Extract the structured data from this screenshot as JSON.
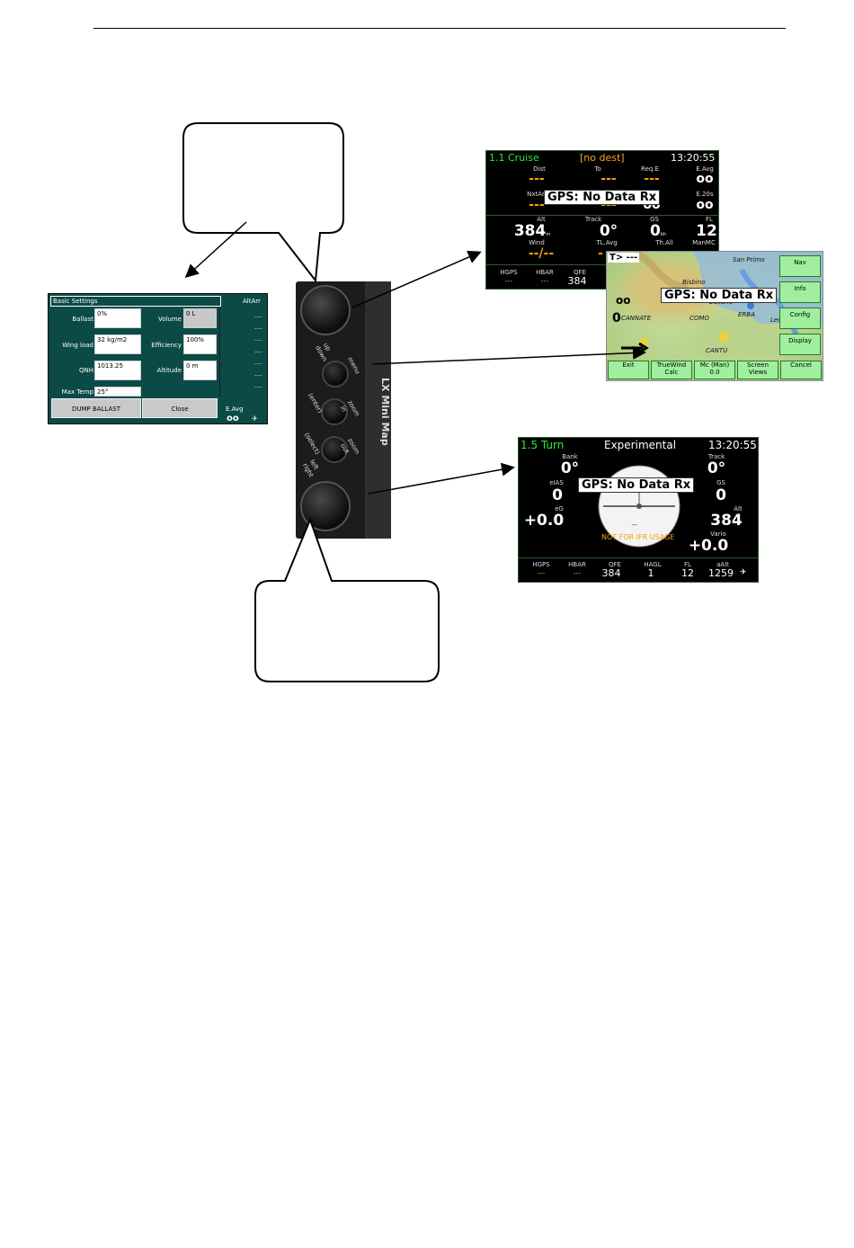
{
  "basic_settings": {
    "title": "Basic Settings",
    "side_header": "AltArr",
    "fields": [
      {
        "label": "Ballast",
        "value": "0%"
      },
      {
        "label": "Volume",
        "value": "0 L"
      },
      {
        "label": "Wing load",
        "value": "32 kg/m2"
      },
      {
        "label": "Efficiency",
        "value": "100%"
      },
      {
        "label": "QNH",
        "value": "1013.25"
      },
      {
        "label": "Altitude",
        "value": "0 m"
      },
      {
        "label": "Max Temp",
        "value": "25°"
      }
    ],
    "side_dashes": "----",
    "dump_button": "DUMP BALLAST",
    "close_button": "Close",
    "eavg_label": "E.Avg",
    "eavg_value": "oo"
  },
  "device": {
    "name": "LX Mini Map",
    "labels": [
      "up",
      "down",
      "menu",
      "(enter)",
      "zoom",
      "in",
      "(select)",
      "zoom",
      "out",
      "left",
      "right"
    ]
  },
  "cruise": {
    "page": "1.1 Cruise",
    "dest": "[no dest]",
    "time": "13:20:55",
    "row1": [
      {
        "label": "Dist",
        "value": "---"
      },
      {
        "label": "To",
        "value": "---"
      },
      {
        "label": "Req.E",
        "value": "---"
      },
      {
        "label": "E.Avg",
        "value": "oo"
      }
    ],
    "row2": [
      {
        "label": "NxtAr",
        "value": "---"
      },
      {
        "label": "",
        "value": "---"
      },
      {
        "label": "",
        "value": "oo"
      },
      {
        "label": "E.20s",
        "value": "oo"
      }
    ],
    "row3": [
      {
        "label": "Alt",
        "value": "384",
        "unit": "m"
      },
      {
        "label": "Track",
        "value": "0°"
      },
      {
        "label": "GS",
        "value": "0",
        "unit": "kh"
      },
      {
        "label": "FL",
        "value": "12"
      }
    ],
    "row4": [
      {
        "label": "Wind",
        "value": "--/--"
      },
      {
        "label": "TL.Avg",
        "value": "-"
      },
      {
        "label": "Th.All",
        "value": ""
      },
      {
        "label": "ManMC",
        "value": ""
      }
    ],
    "footer": [
      {
        "label": "HGPS",
        "value": "---"
      },
      {
        "label": "HBAR",
        "value": "---"
      },
      {
        "label": "QFE",
        "value": "384"
      }
    ],
    "gps": "GPS: No Data Rx"
  },
  "map": {
    "target": "T> ---",
    "places": [
      "San Primo",
      "Bisbino",
      "Bellano",
      "COMO",
      "ERBA",
      "Lecco",
      "CANTÙ",
      "CANNATE"
    ],
    "left_vals": [
      "oo",
      "0"
    ],
    "side_buttons": [
      "Nav",
      "Info",
      "Config",
      "Display"
    ],
    "bottom_buttons": [
      {
        "line1": "Exit",
        "line2": ""
      },
      {
        "line1": "TrueWind",
        "line2": "Calc"
      },
      {
        "line1": "Mc (Man)",
        "line2": "0.0"
      },
      {
        "line1": "Screen",
        "line2": "Views"
      },
      {
        "line1": "Cancel",
        "line2": ""
      }
    ],
    "gps": "GPS: No Data Rx"
  },
  "turn": {
    "page": "1.5 Turn",
    "title": "Experimental",
    "time": "13:20:55",
    "bank_label": "Bank",
    "bank_value": "0°",
    "track_label": "Track",
    "track_value": "0°",
    "eias_label": "eIAS",
    "eias_value": "0",
    "gs_label": "GS",
    "gs_value": "0",
    "eg_label": "eG",
    "eg_value": "+0.0",
    "alt_label": "Alt",
    "alt_value": "384",
    "vario_label": "Vario",
    "vario_value": "+0.0",
    "horizon_dashes": "--",
    "warning": "NOT FOR IFR USAGE",
    "footer": [
      {
        "label": "HGPS",
        "value": "---"
      },
      {
        "label": "HBAR",
        "value": "---"
      },
      {
        "label": "QFE",
        "value": "384"
      },
      {
        "label": "HAGL",
        "value": "1"
      },
      {
        "label": "FL",
        "value": "12"
      },
      {
        "label": "aAlt",
        "value": "1259"
      }
    ],
    "gps": "GPS: No Data Rx"
  },
  "colors": {
    "screen_green": "#2ee82e",
    "screen_orange": "#f5a000",
    "settings_bg": "#0b4a46",
    "map_button": "#9fef9f"
  }
}
